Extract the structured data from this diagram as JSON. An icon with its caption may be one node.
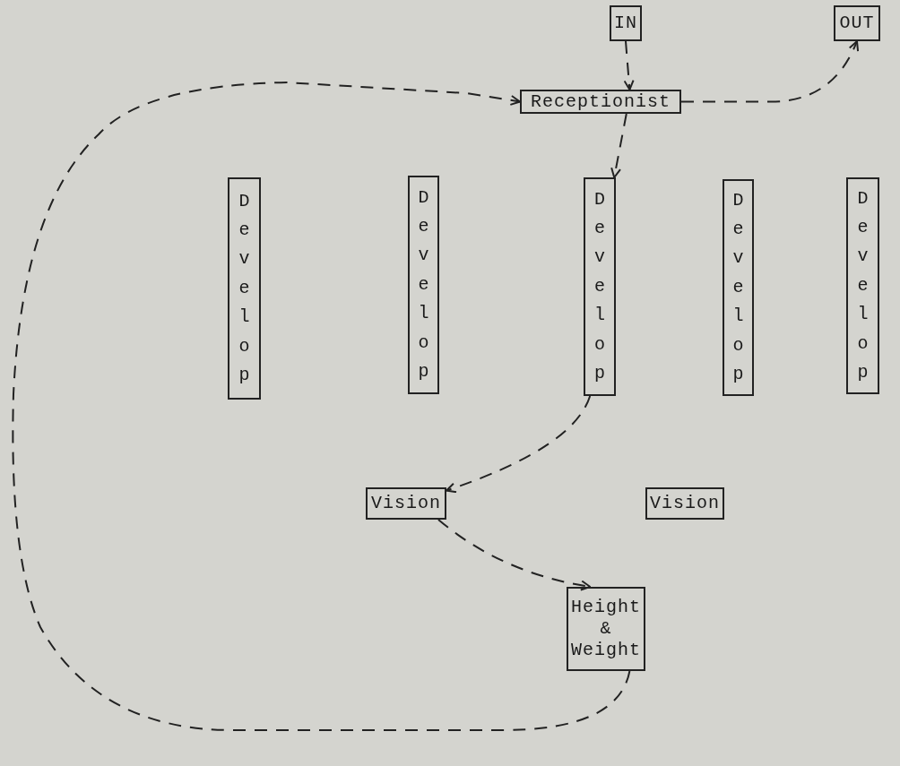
{
  "diagram": {
    "nodes": [
      {
        "text": [
          "IN"
        ]
      },
      {
        "text": [
          "OUT"
        ]
      },
      {
        "text": [
          "Receptionist"
        ]
      },
      {
        "text": [
          "Develop"
        ]
      },
      {
        "text": [
          "Develop"
        ]
      },
      {
        "text": [
          "Develop"
        ]
      },
      {
        "text": [
          "Develop"
        ]
      },
      {
        "text": [
          "Develop"
        ]
      },
      {
        "text": [
          "Vision"
        ]
      },
      {
        "text": [
          "Vision"
        ]
      },
      {
        "text": [
          "Height & Weight"
        ]
      }
    ],
    "edges": [
      {
        "from": 0,
        "to": 2,
        "arrow": "to",
        "style": "dashed"
      },
      {
        "from": 2,
        "to": 1,
        "arrow": "to",
        "style": "dashed"
      },
      {
        "from": 2,
        "to": 5,
        "arrow": "to",
        "style": "dashed"
      },
      {
        "from": 5,
        "to": 8,
        "arrow": "to",
        "style": "dashed"
      },
      {
        "from": 8,
        "to": 10,
        "arrow": "to",
        "style": "dashed"
      },
      {
        "from": 10,
        "to": 2,
        "arrow": "to",
        "style": "dashed"
      }
    ]
  }
}
